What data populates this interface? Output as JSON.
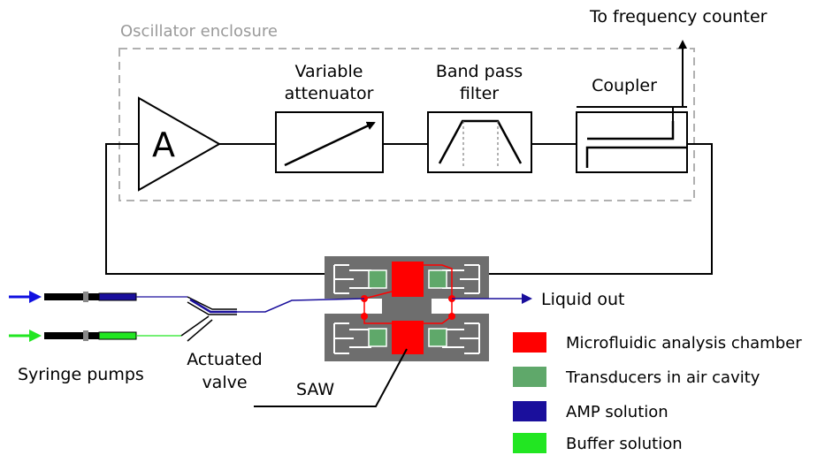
{
  "diagram": {
    "enclosure_label": "Oscillator enclosure",
    "output_label": "To frequency counter",
    "amplifier_symbol": "A",
    "attenuator_label_line1": "Variable",
    "attenuator_label_line2": "attenuator",
    "filter_label_line1": "Band pass",
    "filter_label_line2": "filter",
    "coupler_label": "Coupler",
    "liquid_out_label": "Liquid out",
    "syringe_label": "Syringe pumps",
    "valve_label_line1": "Actuated",
    "valve_label_line2": "valve",
    "saw_label": "SAW"
  },
  "legend": [
    {
      "label": "Microfluidic analysis chamber",
      "color": "#ff0000"
    },
    {
      "label": "Transducers in air cavity",
      "color": "#5fa86a"
    },
    {
      "label": "AMP solution",
      "color": "#1a0f9c"
    },
    {
      "label": "Buffer solution",
      "color": "#22e622"
    }
  ],
  "colors": {
    "enclosure_border": "#b0b0b0",
    "chip_body": "#6e6e6e",
    "amp_solution": "#1a0f9c",
    "buffer_solution": "#22e622",
    "blue_arrow": "#1010e0",
    "green_arrow": "#22e622",
    "channel_red": "#ff0000",
    "transducer_green": "#5fa86a"
  }
}
